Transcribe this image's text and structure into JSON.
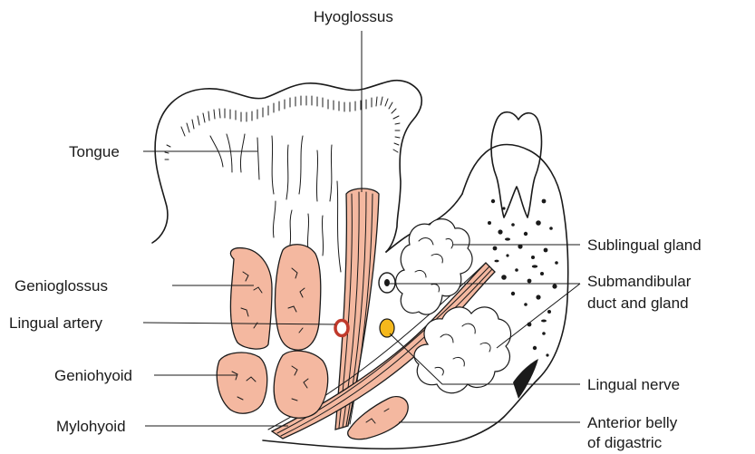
{
  "labels": {
    "hyoglossus": "Hyoglossus",
    "tongue": "Tongue",
    "genioglossus": "Genioglossus",
    "lingual_artery": "Lingual artery",
    "geniohyoid": "Geniohyoid",
    "mylohyoid": "Mylohyoid",
    "sublingual_gland": "Sublingual gland",
    "submandibular_line1": "Submandibular",
    "submandibular_line2": "duct and gland",
    "lingual_nerve": "Lingual nerve",
    "digastric_line1": "Anterior belly",
    "digastric_line2": "of digastric"
  },
  "colors": {
    "muscle_fill": "#f4b8a0",
    "nerve_fill": "#f5b81c",
    "artery_stroke": "#c0392b",
    "ink": "#1a1a1a"
  }
}
